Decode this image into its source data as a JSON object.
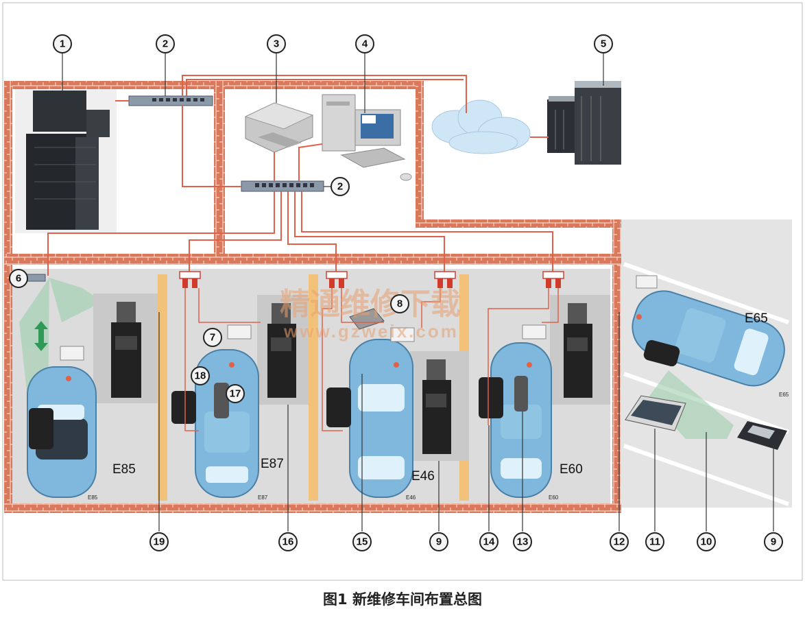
{
  "callouts": {
    "c1": "1",
    "c2a": "2",
    "c2b": "2",
    "c3": "3",
    "c4": "4",
    "c5": "5",
    "c6": "6",
    "c7": "7",
    "c8": "8",
    "c9a": "9",
    "c9b": "9",
    "c10": "10",
    "c11": "11",
    "c12": "12",
    "c13": "13",
    "c14": "14",
    "c15": "15",
    "c16": "16",
    "c17": "17",
    "c18": "18",
    "c19": "19"
  },
  "cars": {
    "e85": "E85",
    "e85_small": "E85",
    "e87": "E87",
    "e87_small": "E87",
    "e46": "E46",
    "e46_small": "E46",
    "e60": "E60",
    "e60_small": "E60",
    "e65": "E65",
    "e65_small": "E65"
  },
  "watermark": {
    "line1": "精通维修下载",
    "line2": "www.gzweix.com"
  },
  "caption": "图1 新维修车间布置总图",
  "colors": {
    "brick": "#d9785a",
    "cable": "#e0604a",
    "car_body": "#7fb8dc",
    "floor": "#dcdcdc",
    "pillar": "#f2c27a",
    "cloud": "#cfe6f6"
  }
}
